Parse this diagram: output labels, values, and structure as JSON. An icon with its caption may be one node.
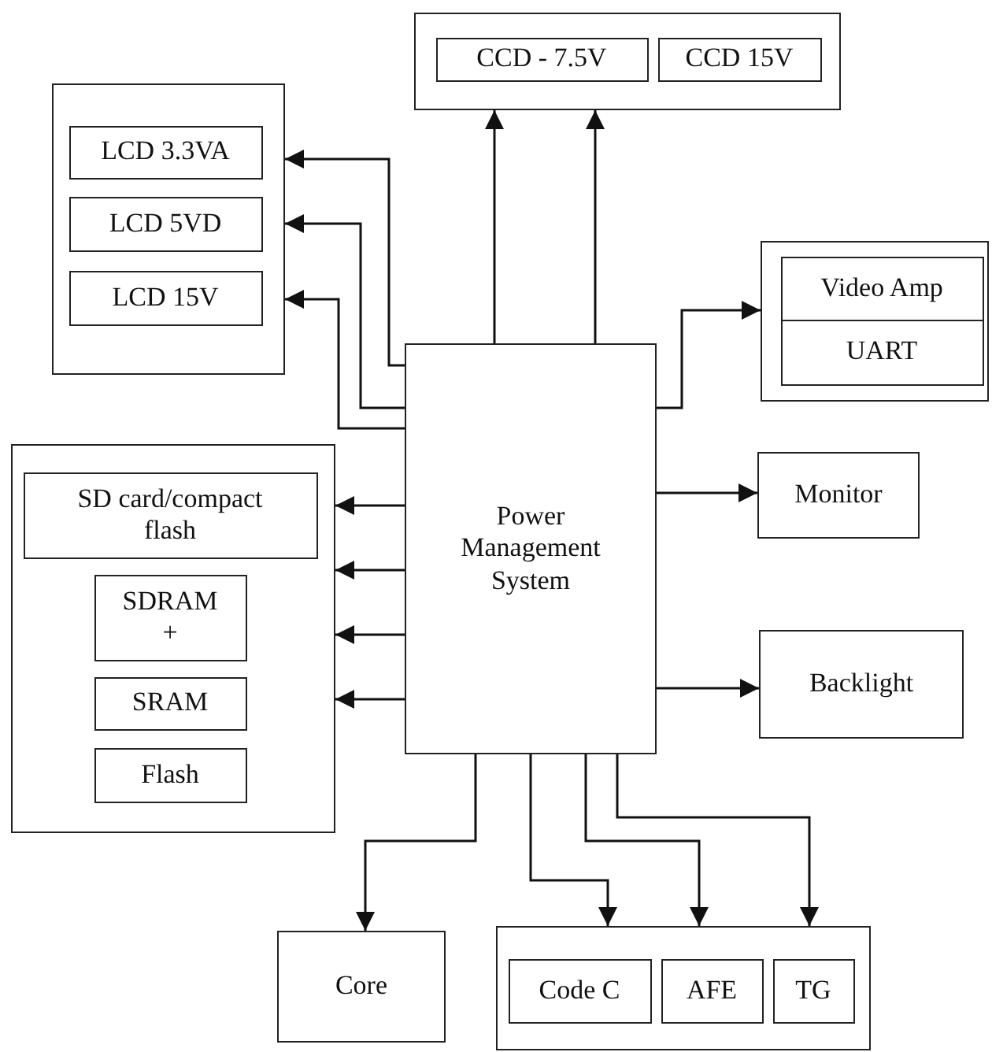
{
  "diagram": {
    "nodes": [
      {
        "text": [],
        "shape": "box"
      },
      {
        "text": [
          "LCD 3.3VA"
        ],
        "in": 0
      },
      {
        "text": [
          "LCD 5VD"
        ],
        "in": 0
      },
      {
        "text": [
          "LCD 15V"
        ],
        "in": 0
      },
      {
        "text": [],
        "shape": "box"
      },
      {
        "text": [
          "CCD - 7.5V"
        ],
        "in": 4
      },
      {
        "text": [
          "CCD 15V"
        ],
        "in": 4
      },
      {
        "text": [],
        "shape": "box"
      },
      {
        "text": [
          "Video Amp"
        ],
        "in": 7
      },
      {
        "text": [
          "UART"
        ],
        "in": 7
      },
      {
        "text": [
          "Power Management System"
        ]
      },
      {
        "text": [
          "Monitor"
        ]
      },
      {
        "text": [
          "Backlight"
        ]
      },
      {
        "text": [],
        "shape": "box"
      },
      {
        "text": [
          "SD card/compact flash"
        ],
        "in": 13
      },
      {
        "text": [
          "SDRAM +"
        ],
        "in": 13
      },
      {
        "text": [
          "SRAM"
        ],
        "in": 13
      },
      {
        "text": [
          "Flash"
        ],
        "in": 13
      },
      {
        "text": [
          "Core"
        ]
      },
      {
        "text": [],
        "shape": "box"
      },
      {
        "text": [
          "Code C"
        ],
        "in": 19
      },
      {
        "text": [
          "AFE"
        ],
        "in": 19
      },
      {
        "text": [
          "TG"
        ],
        "in": 19
      }
    ],
    "edges": [
      {
        "from": 10,
        "to": 0,
        "arrow": "to"
      },
      {
        "from": 10,
        "to": 0,
        "arrow": "to"
      },
      {
        "from": 10,
        "to": 0,
        "arrow": "to"
      },
      {
        "from": 10,
        "to": 4,
        "arrow": "to"
      },
      {
        "from": 10,
        "to": 4,
        "arrow": "to"
      },
      {
        "from": 10,
        "to": 7,
        "arrow": "to"
      },
      {
        "from": 10,
        "to": 11,
        "arrow": "to"
      },
      {
        "from": 10,
        "to": 12,
        "arrow": "to"
      },
      {
        "from": 10,
        "to": 13,
        "arrow": "to"
      },
      {
        "from": 10,
        "to": 13,
        "arrow": "to"
      },
      {
        "from": 10,
        "to": 13,
        "arrow": "to"
      },
      {
        "from": 10,
        "to": 13,
        "arrow": "to"
      },
      {
        "from": 10,
        "to": 18,
        "arrow": "to"
      },
      {
        "from": 10,
        "to": 19,
        "arrow": "to"
      },
      {
        "from": 10,
        "to": 19,
        "arrow": "to"
      },
      {
        "from": 10,
        "to": 19,
        "arrow": "to"
      }
    ]
  }
}
